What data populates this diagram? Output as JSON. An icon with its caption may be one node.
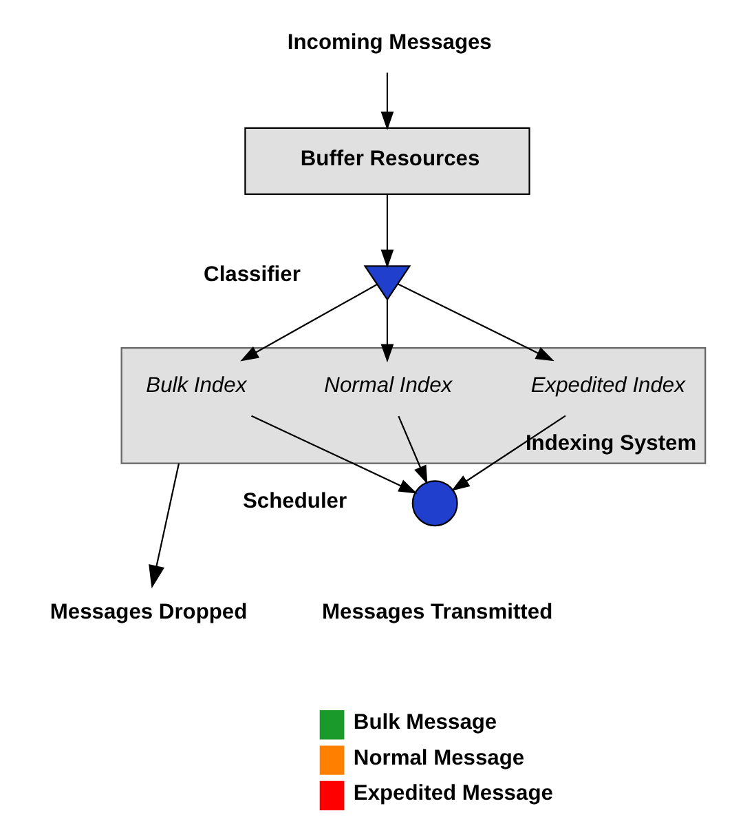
{
  "diagram": {
    "nodes": [
      {
        "text": [
          "Incoming Messages"
        ]
      },
      {
        "text": [
          "Buffer Resources"
        ]
      },
      {
        "text": [],
        "shape": "triangle",
        "beside": [
          "Classifier"
        ]
      },
      {
        "text": [
          "Indexing System"
        ]
      },
      {
        "text": [
          "Bulk Index"
        ],
        "in": 3
      },
      {
        "text": [
          "Normal Index"
        ],
        "in": 3
      },
      {
        "text": [
          "Expedited Index"
        ],
        "in": 3
      },
      {
        "text": [
          "Messages Dropped"
        ]
      },
      {
        "text": [],
        "shape": "circle",
        "beside": [
          "Scheduler"
        ]
      },
      {
        "text": [
          "Messages Transmitted"
        ]
      }
    ],
    "edges": [
      {
        "from": 0,
        "to": 1,
        "arrow": "to"
      },
      {
        "from": 1,
        "to": 2,
        "arrow": "to"
      },
      {
        "from": 2,
        "to": 4,
        "arrow": "to"
      },
      {
        "from": 2,
        "to": 5,
        "arrow": "to"
      },
      {
        "from": 2,
        "to": 6,
        "arrow": "to"
      },
      {
        "from": 3,
        "to": 7,
        "arrow": "to"
      },
      {
        "from": 4,
        "to": 8,
        "arrow": "to"
      },
      {
        "from": 5,
        "to": 8,
        "arrow": "to"
      },
      {
        "from": 6,
        "to": 8,
        "arrow": "to"
      }
    ],
    "legend": [
      {
        "text": "Bulk Message",
        "color": "#1a9a2a"
      },
      {
        "text": "Normal Message",
        "color": "#ff8000"
      },
      {
        "text": "Expedited Message",
        "color": "#ff0000"
      }
    ]
  }
}
